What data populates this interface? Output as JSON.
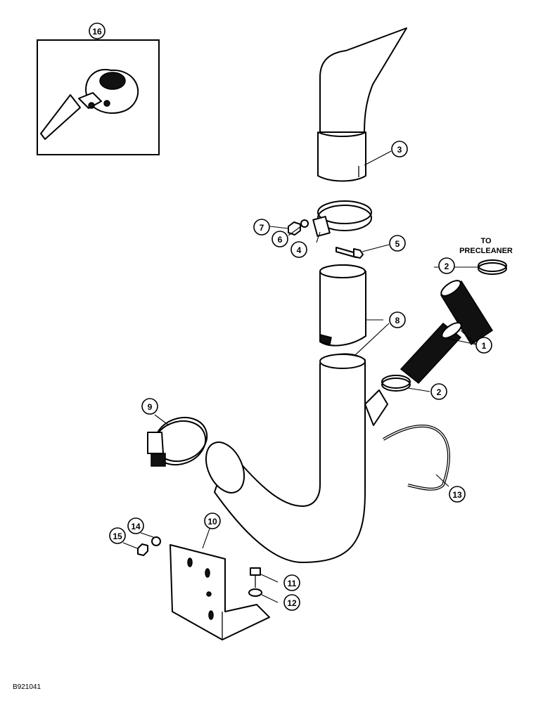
{
  "callouts": {
    "c1": "1",
    "c2a": "2",
    "c2b": "2",
    "c3": "3",
    "c4": "4",
    "c5": "5",
    "c6": "6",
    "c7": "7",
    "c8": "8",
    "c9": "9",
    "c10": "10",
    "c11": "11",
    "c12": "12",
    "c13": "13",
    "c14": "14",
    "c15": "15",
    "c16": "16"
  },
  "note": {
    "line1": "TO",
    "line2": "PRECLEANER"
  },
  "figure_id": "B921041"
}
